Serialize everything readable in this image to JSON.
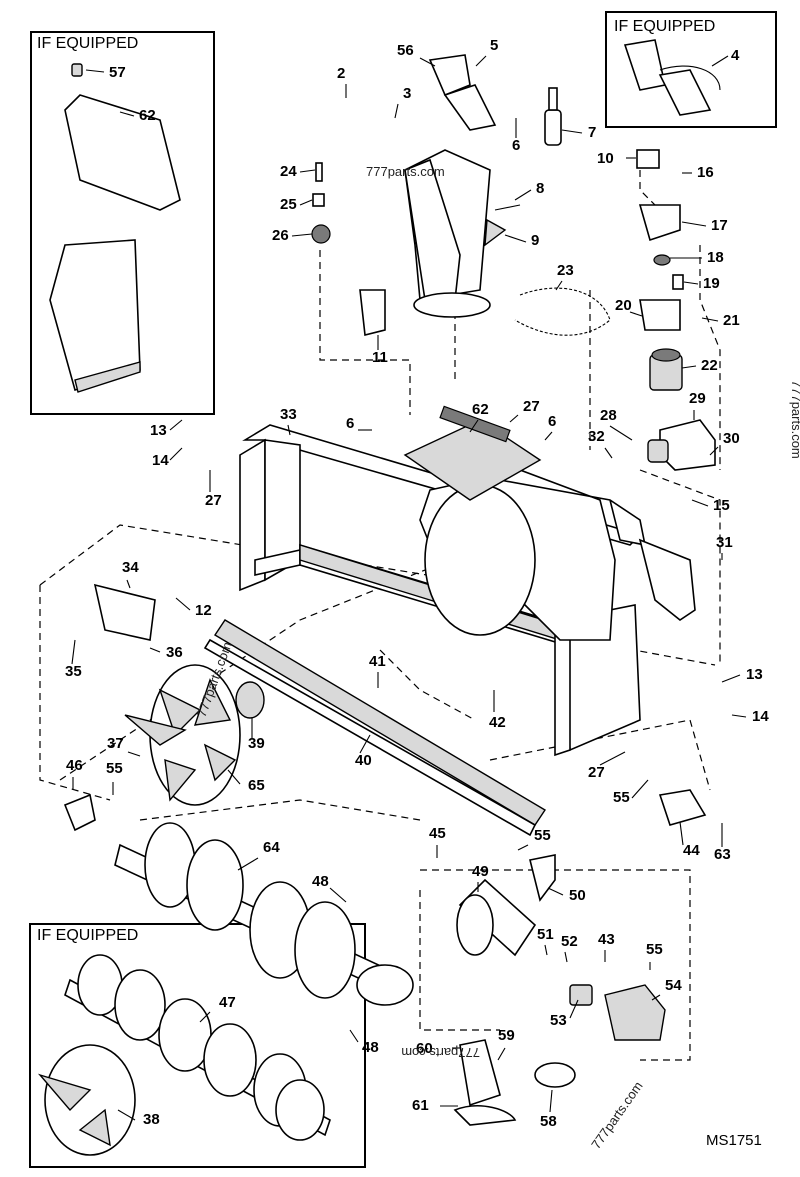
{
  "diagram": {
    "drawing_number": "MS1751",
    "watermark": "777parts.com",
    "inset_title": "IF EQUIPPED",
    "insets": [
      {
        "id": "top-left",
        "title": "IF EQUIPPED",
        "parts": [
          "57",
          "62"
        ]
      },
      {
        "id": "top-right",
        "title": "IF EQUIPPED",
        "parts": [
          "4"
        ]
      },
      {
        "id": "bottom-left",
        "title": "IF EQUIPPED",
        "parts": [
          "47",
          "38"
        ]
      }
    ],
    "callouts": [
      "2",
      "3",
      "5",
      "56",
      "6",
      "7",
      "4",
      "8",
      "9",
      "10",
      "16",
      "17",
      "18",
      "19",
      "20",
      "21",
      "22",
      "23",
      "24",
      "25",
      "26",
      "11",
      "33",
      "62",
      "27",
      "6",
      "28",
      "29",
      "30",
      "32",
      "15",
      "13",
      "14",
      "27",
      "31",
      "34",
      "12",
      "35",
      "36",
      "41",
      "42",
      "40",
      "39",
      "37",
      "55",
      "46",
      "65",
      "13",
      "14",
      "27",
      "55",
      "44",
      "63",
      "45",
      "55",
      "49",
      "50",
      "64",
      "48",
      "51",
      "52",
      "43",
      "55",
      "54",
      "53",
      "60",
      "59",
      "61",
      "58",
      "48",
      "57",
      "62",
      "47",
      "38",
      "6"
    ]
  }
}
